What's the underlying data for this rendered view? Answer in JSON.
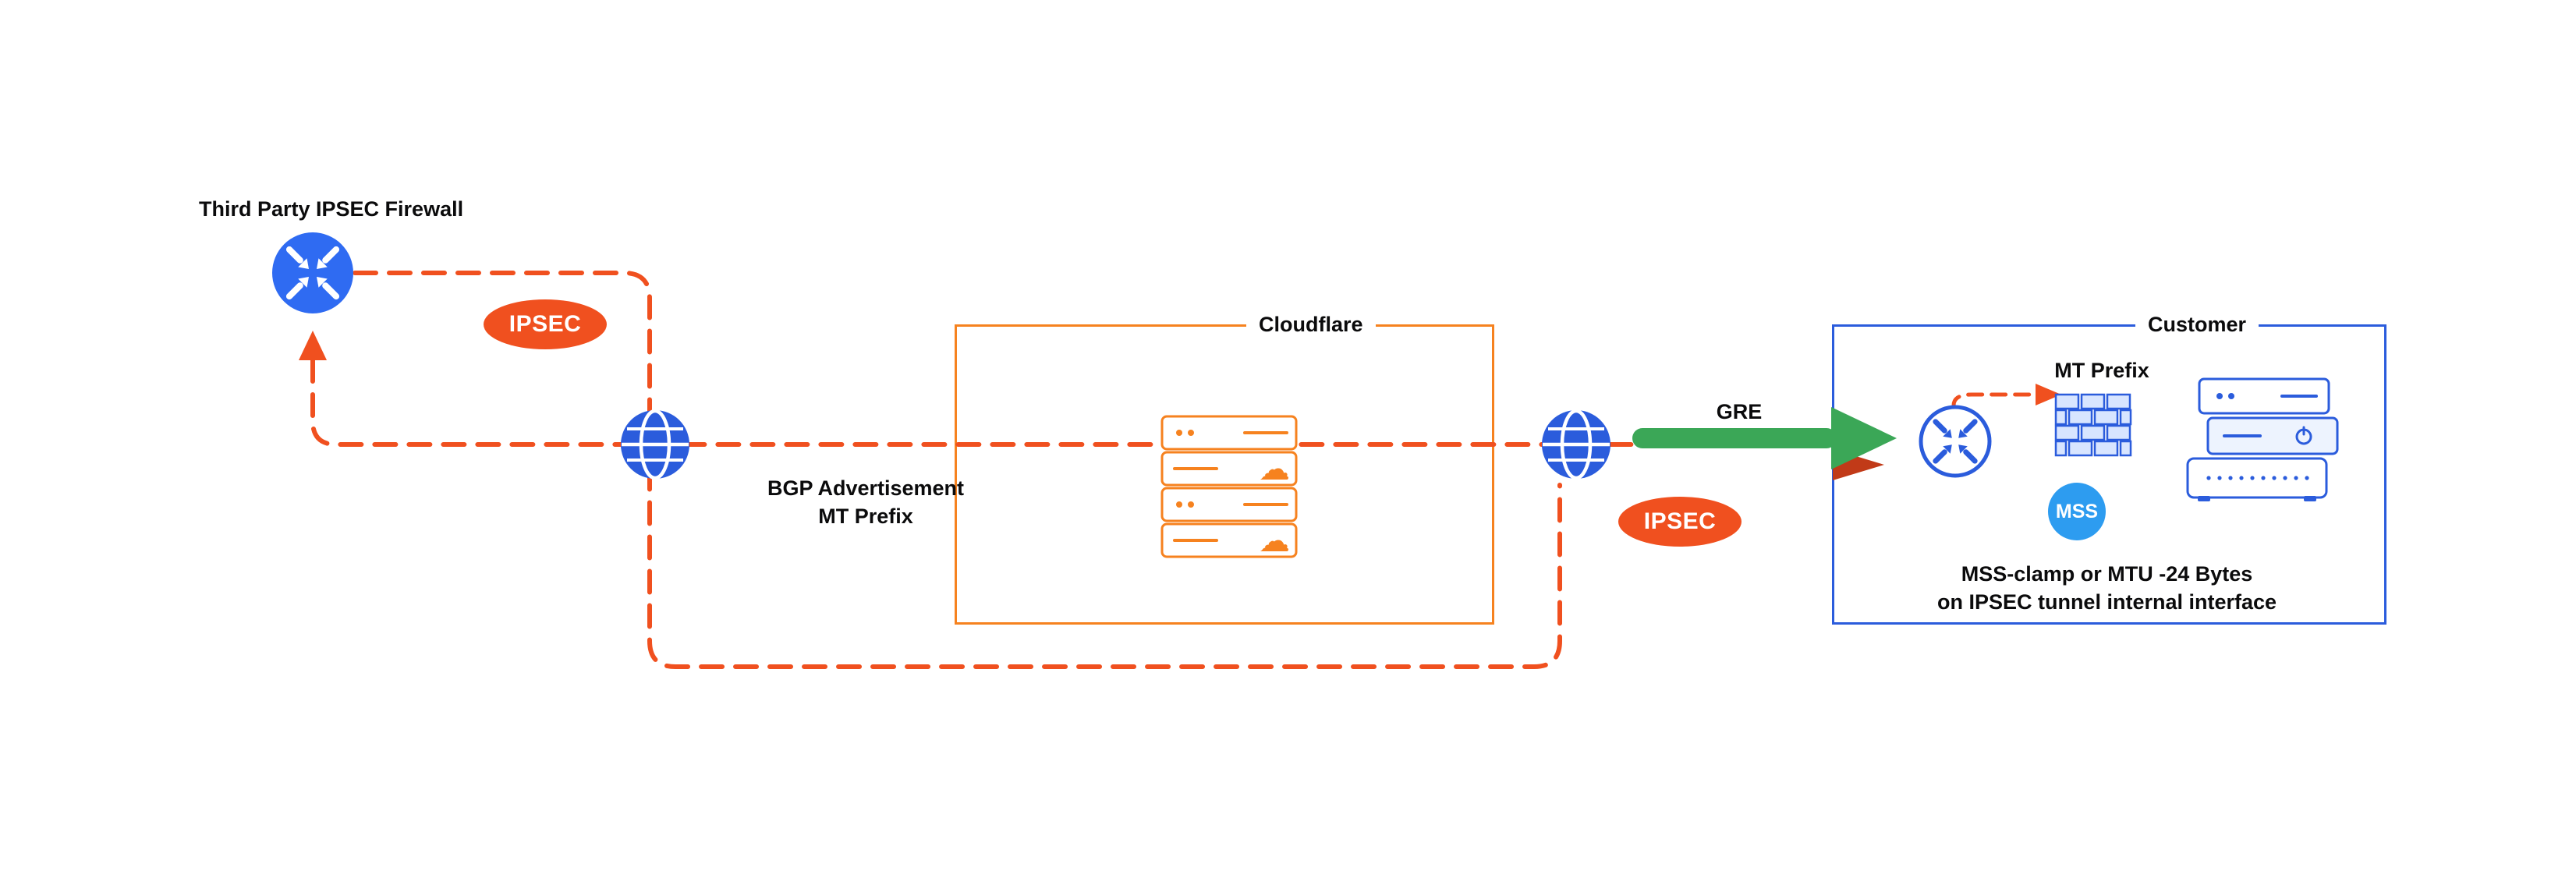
{
  "colors": {
    "red": "#F0501F",
    "arrow_dark_red": "#C13A18",
    "orange": "#F6821F",
    "blue": "#2B5CDC",
    "blue_bright": "#2F6BF2",
    "light_blue": "#2D9CF0",
    "green": "#3BA757",
    "brick_fill": "#D8E5FF",
    "text": "#0B0B0C"
  },
  "icons": {
    "cloud_glyph": "☁"
  },
  "left_section": {
    "firewall_label": "Third Party IPSEC Firewall",
    "ipsec_badge": "IPSEC",
    "bgp_line1": "BGP Advertisement",
    "bgp_line2": "MT Prefix"
  },
  "cloudflare_box": {
    "label": "Cloudflare"
  },
  "middle": {
    "gre_label": "GRE",
    "ipsec_badge": "IPSEC"
  },
  "customer_box": {
    "label": "Customer",
    "mt_prefix_label": "MT Prefix",
    "mss_badge": "MSS",
    "note_line1": "MSS-clamp or MTU -24 Bytes",
    "note_line2": "on IPSEC tunnel internal interface"
  }
}
